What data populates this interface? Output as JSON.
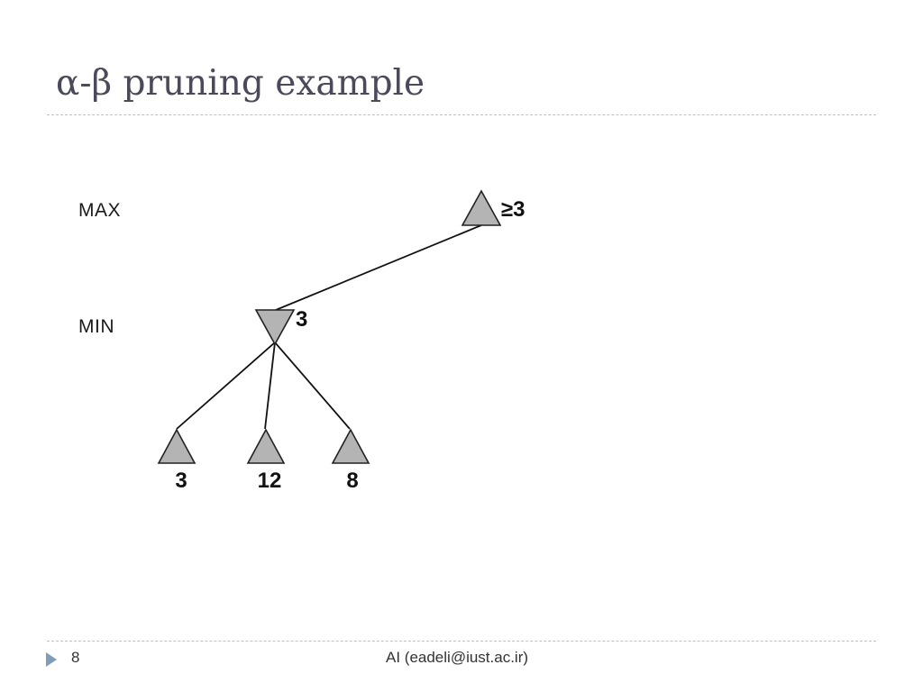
{
  "slide": {
    "title": "α-β pruning example",
    "page_number": "8",
    "footer": "AI (eadeli@iust.ac.ir)"
  },
  "diagram": {
    "levels": {
      "max": "MAX",
      "min": "MIN"
    },
    "root": {
      "type": "max",
      "value": "≥3"
    },
    "min_node": {
      "type": "min",
      "value": "3"
    },
    "leaves": [
      {
        "type": "max",
        "value": "3"
      },
      {
        "type": "max",
        "value": "12"
      },
      {
        "type": "max",
        "value": "8"
      }
    ]
  },
  "colors": {
    "node_fill": "#b4b4b4",
    "title": "#4a4a5a",
    "rule": "#b6c2cf",
    "bullet": "#7f9db9"
  }
}
